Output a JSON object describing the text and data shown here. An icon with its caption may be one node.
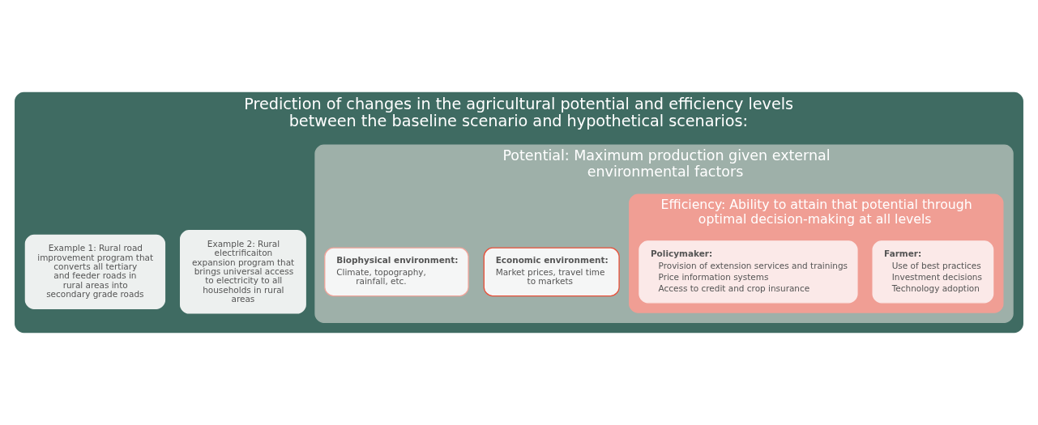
{
  "diagram": {
    "nodes": [
      {
        "text": [
          "Prediction of changes in the agricultural potential and efficiency levels between the baseline scenario and hypothetical scenarios:"
        ]
      },
      {
        "text": [
          "Example 1: Rural road improvement program that converts all tertiary and feeder roads in rural areas into secondary grade roads"
        ],
        "in": 0
      },
      {
        "text": [
          "Example 2: Rural electrificaiton expansion program that brings universal access to electricity to all households in rural areas"
        ],
        "in": 0
      },
      {
        "text": [
          "Potential: Maximum production given external environmental factors"
        ],
        "in": 0
      },
      {
        "text": [
          "Biophysical environment:",
          "Climate, topography, rainfall, etc."
        ],
        "in": 3
      },
      {
        "text": [
          "Economic environment:",
          "Market prices, travel time to markets"
        ],
        "in": 3
      },
      {
        "text": [
          "Efficiency: Ability to attain that potential through optimal decision-making at all levels"
        ],
        "in": 3
      },
      {
        "text": [
          "Policymaker:",
          "Provision of extension services and trainings",
          "Price information systems",
          "Access to credit and crop insurance"
        ],
        "in": 6
      },
      {
        "text": [
          "Farmer:",
          "Use of best practices",
          "Investment decisions",
          "Technology adoption"
        ],
        "in": 6
      }
    ],
    "edges": []
  }
}
